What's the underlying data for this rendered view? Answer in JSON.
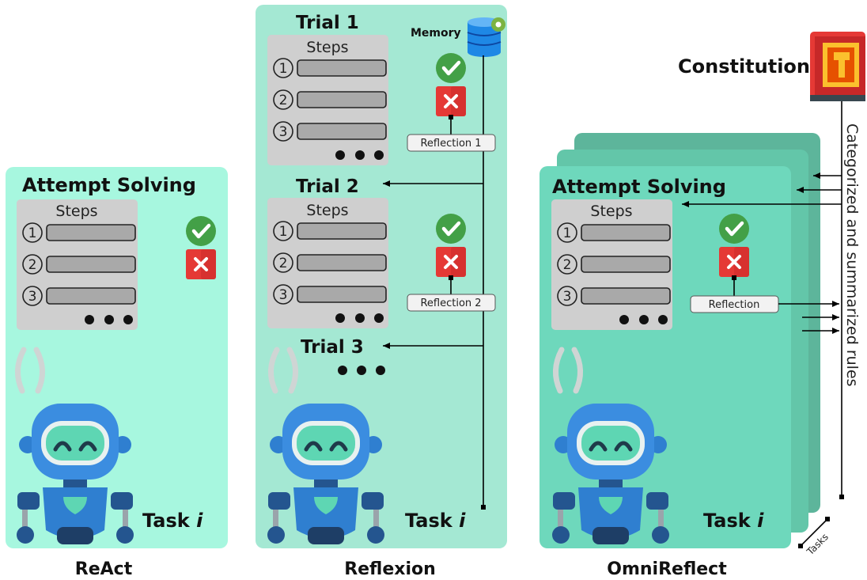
{
  "colors": {
    "react_bg": "#a7f7df",
    "reflexion_bg": "#a4e8d3",
    "omni_front": "#6ed8bc",
    "omni_mid": "#63c6a9",
    "omni_back": "#5db59b",
    "steps_panel": "#cfcfcf",
    "step_bar": "#a9a9a9",
    "check_green": "#43a047",
    "x_red": "#e53935",
    "robot_blue": "#2f7fd0",
    "robot_face": "#5ed6b3"
  },
  "react": {
    "panel_title": "Attempt Solving",
    "steps_title": "Steps",
    "step_numbers": [
      "1",
      "2",
      "3"
    ],
    "task_label": "Task",
    "task_var": "i",
    "caption": "ReAct"
  },
  "reflexion": {
    "trial1": "Trial 1",
    "trial2": "Trial 2",
    "trial3": "Trial 3",
    "steps_title": "Steps",
    "step_numbers": [
      "1",
      "2",
      "3"
    ],
    "memory_label": "Memory",
    "reflection1": "Reflection 1",
    "reflection2": "Reflection 2",
    "task_label": "Task",
    "task_var": "i",
    "caption": "Reflexion"
  },
  "omni": {
    "panel_title": "Attempt Solving",
    "steps_title": "Steps",
    "step_numbers": [
      "1",
      "2",
      "3"
    ],
    "reflection": "Reflection",
    "task_label": "Task",
    "task_var": "i",
    "constitution": "Constitution",
    "rules_label": "Categorized and summarized rules",
    "tasks_label": "Tasks",
    "caption": "OmniReflect"
  },
  "icons": {
    "check": "check-circle-icon",
    "cross": "x-square-icon",
    "database": "database-gear-icon",
    "book": "constitution-book-icon",
    "robot": "robot-icon",
    "loop": "loop-arrows-icon",
    "dots": "ellipsis-icon"
  }
}
